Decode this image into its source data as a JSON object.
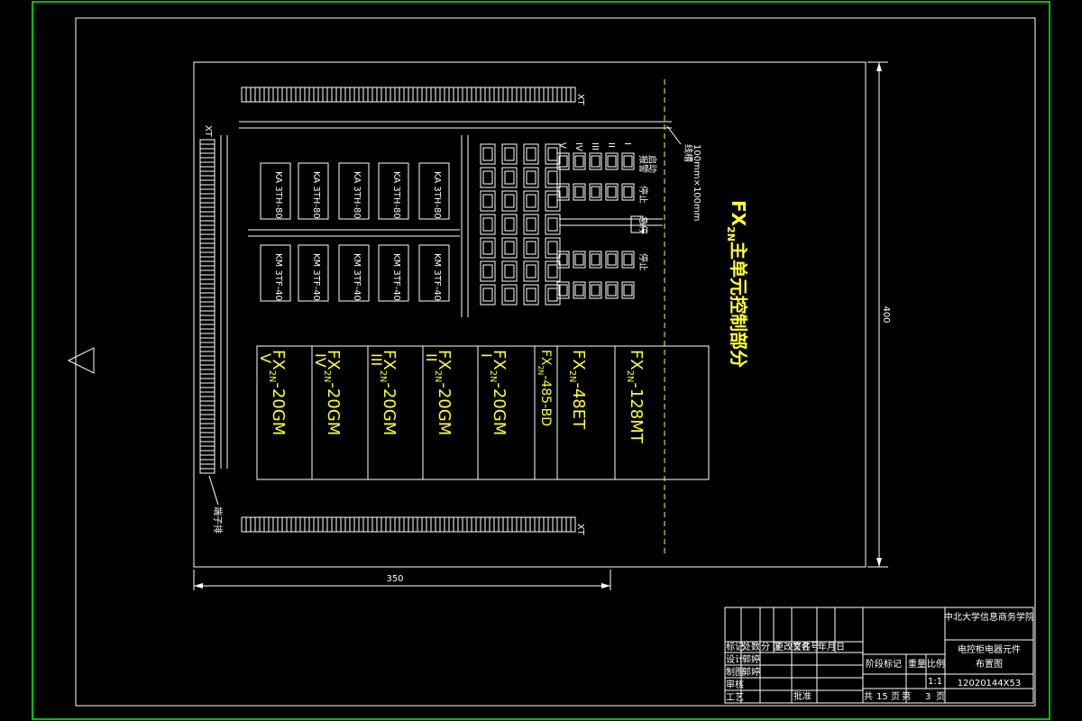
{
  "drawing": {
    "main_title": "FX2N主单元控制部分",
    "title_parts": [
      "FX",
      "2N",
      "主单元控制部分"
    ],
    "dim_width": "350",
    "dim_height": "400",
    "terminal_label": "端子排",
    "terminal_tag": "XT",
    "trunking_label": "线槽",
    "trunking_spec": "100mm×100mm",
    "relay_label": "KA 3TH-80",
    "contactor_label": "KM 3TF-40",
    "lamp_labels": [
      "报警",
      "启动",
      "停止",
      "急停",
      "停止"
    ],
    "roman_labels": [
      "V",
      "IV",
      "III",
      "II",
      "I"
    ],
    "modules": [
      {
        "base": "FX",
        "sub": "2N",
        "suffix": "-20GM",
        "roman": "V"
      },
      {
        "base": "FX",
        "sub": "2N",
        "suffix": "-20GM",
        "roman": "IV"
      },
      {
        "base": "FX",
        "sub": "2N",
        "suffix": "-20GM",
        "roman": "III"
      },
      {
        "base": "FX",
        "sub": "2N",
        "suffix": "-20GM",
        "roman": "II"
      },
      {
        "base": "FX",
        "sub": "2N",
        "suffix": "-20GM",
        "roman": "I"
      },
      {
        "base": "FX",
        "sub": "2N",
        "suffix": "-485-BD",
        "roman": ""
      },
      {
        "base": "FX",
        "sub": "2N",
        "suffix": "-48ET",
        "roman": ""
      },
      {
        "base": "FX",
        "sub": "2N",
        "suffix": "-128MT",
        "roman": ""
      }
    ]
  },
  "title_block": {
    "school": "中北大学信息商务学院",
    "drawing_name": "电控柜电器元件",
    "drawing_name2": "布置图",
    "drawing_no": "12020144X53",
    "stage_label": "阶段标记",
    "weight_label": "重量",
    "scale_label": "比例",
    "scale_value": "1:1",
    "total_label": "共",
    "total_value": "15",
    "page_label": "页",
    "sheet_label": "第",
    "sheet_value": "3",
    "sheet_unit": "页",
    "header_row": [
      "标记",
      "处数",
      "分 区",
      "更改文件号",
      "签名",
      "年月日"
    ],
    "rows": [
      {
        "role": "设计",
        "name": "郭婷"
      },
      {
        "role": "制图",
        "name": "郭婷"
      },
      {
        "role": "审核",
        "name": ""
      },
      {
        "role": "工艺",
        "name": ""
      }
    ],
    "approve_label": "批准"
  },
  "colors": {
    "background": "#000000",
    "border_outer": "#00ff00",
    "lines": "#ffffff",
    "labels": "#ffff33"
  }
}
